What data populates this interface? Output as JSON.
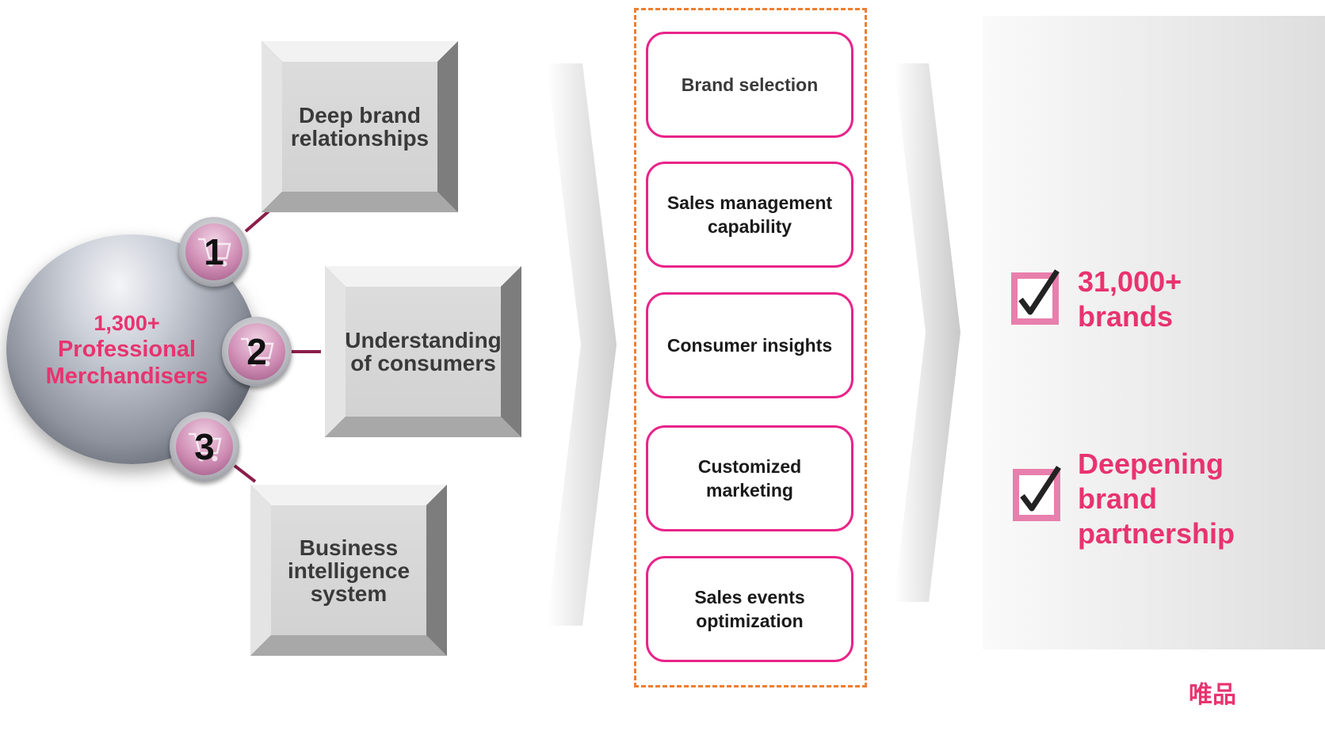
{
  "center": {
    "count": "1,300+",
    "label": "Professional Merchandisers"
  },
  "capabilities": [
    {
      "number": "1",
      "label": "Deep brand\nrelationships"
    },
    {
      "number": "2",
      "label": "Understanding\nof consumers"
    },
    {
      "number": "3",
      "label": "Business\nintelligence\nsystem"
    }
  ],
  "functions": [
    {
      "label": "Brand selection"
    },
    {
      "label": "Sales management\ncapability"
    },
    {
      "label": "Consumer insights"
    },
    {
      "label": "Customized\nmarketing"
    },
    {
      "label": "Sales events\noptimization"
    }
  ],
  "results": [
    {
      "text": "31,000+\nbrands"
    },
    {
      "text": "Deepening\nbrand\npartnership"
    }
  ],
  "corner": {
    "text": "唯品"
  },
  "colors": {
    "accent_pink": "#e8336f",
    "pill_border": "#e8248a",
    "dash_orange": "#ef7d2e",
    "connector": "#8b1d4a"
  },
  "icons": {
    "badge": "shopping-cart-icon",
    "result": "checkbox-checked-icon"
  }
}
